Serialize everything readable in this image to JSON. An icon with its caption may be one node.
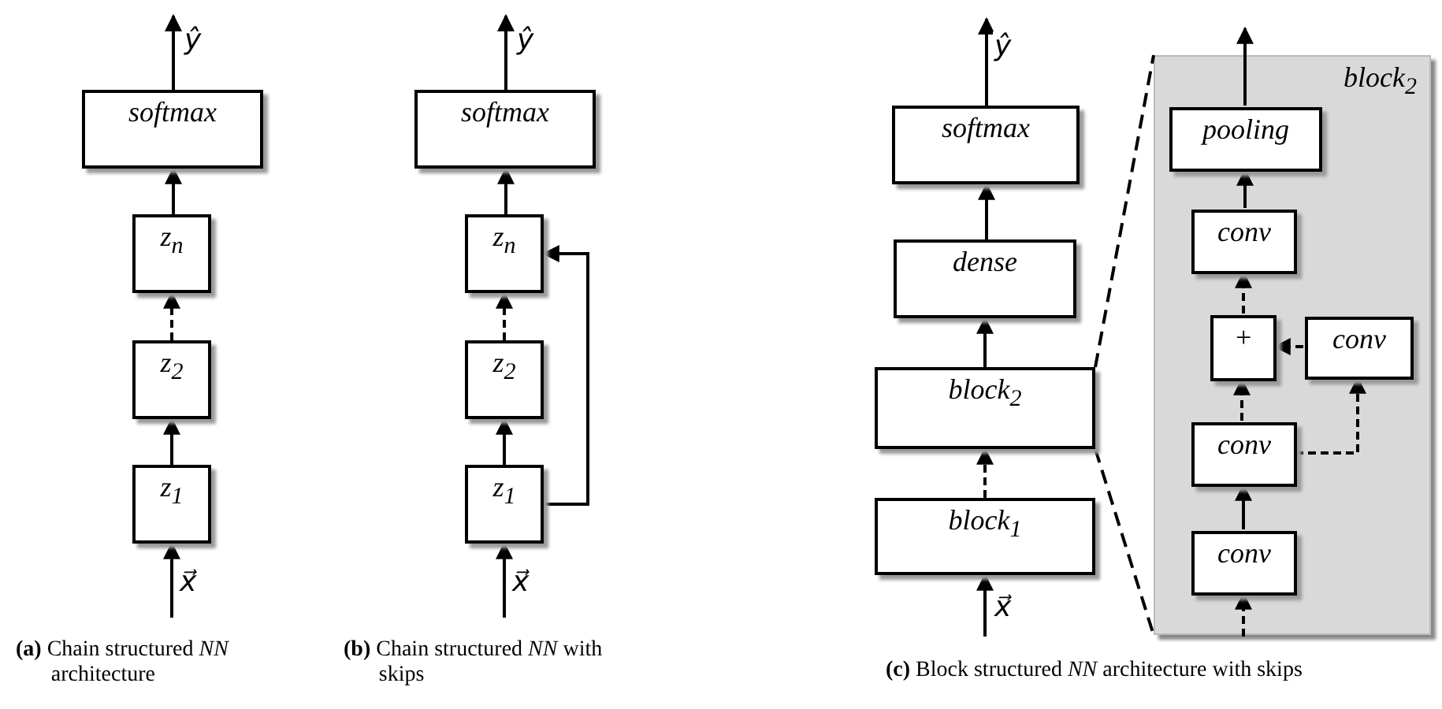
{
  "diagram": {
    "nodes": [
      {
        "text": [
          "softmax"
        ]
      },
      {
        "text": [
          "z$_{n}$"
        ]
      },
      {
        "text": [
          "z$_{2}$"
        ]
      },
      {
        "text": [
          "z$_{1}$"
        ]
      },
      {
        "text": [
          "softmax"
        ]
      },
      {
        "text": [
          "z$_{n}$"
        ]
      },
      {
        "text": [
          "z$_{2}$"
        ]
      },
      {
        "text": [
          "z$_{1}$"
        ]
      },
      {
        "text": [
          "softmax"
        ]
      },
      {
        "text": [
          "dense"
        ]
      },
      {
        "text": [
          "block$_{2}$"
        ]
      },
      {
        "text": [
          "block$_{1}$"
        ]
      },
      {
        "text": [
          "block$_{2}$"
        ]
      },
      {
        "text": [
          "pooling"
        ],
        "in": 12
      },
      {
        "text": [
          "conv"
        ],
        "in": 12
      },
      {
        "text": [
          "+"
        ],
        "in": 12
      },
      {
        "text": [
          "conv"
        ],
        "in": 12
      },
      {
        "text": [
          "conv"
        ],
        "in": 12
      },
      {
        "text": [
          "conv"
        ],
        "in": 12
      }
    ],
    "edges": [
      {
        "from": null,
        "to": 3,
        "arrow": "to",
        "label": "x⃗"
      },
      {
        "from": 3,
        "to": 2,
        "arrow": "to"
      },
      {
        "from": 2,
        "to": 1,
        "arrow": "to",
        "style": "dashed"
      },
      {
        "from": 1,
        "to": 0,
        "arrow": "to"
      },
      {
        "from": 0,
        "to": null,
        "arrow": "to",
        "label": "ŷ"
      },
      {
        "from": null,
        "to": 7,
        "arrow": "to",
        "label": "x⃗"
      },
      {
        "from": 7,
        "to": 6,
        "arrow": "to"
      },
      {
        "from": 6,
        "to": 5,
        "arrow": "to",
        "style": "dashed"
      },
      {
        "from": 5,
        "to": 4,
        "arrow": "to"
      },
      {
        "from": 4,
        "to": null,
        "arrow": "to",
        "label": "ŷ"
      },
      {
        "from": 7,
        "to": 5,
        "arrow": "to"
      },
      {
        "from": null,
        "to": 11,
        "arrow": "to",
        "label": "x⃗"
      },
      {
        "from": 11,
        "to": 10,
        "arrow": "to",
        "style": "dashed"
      },
      {
        "from": 10,
        "to": 9,
        "arrow": "to"
      },
      {
        "from": 9,
        "to": 8,
        "arrow": "to"
      },
      {
        "from": 8,
        "to": null,
        "arrow": "to",
        "label": "ŷ"
      },
      {
        "from": 10,
        "to": 12,
        "arrow": "none",
        "style": "dashed"
      },
      {
        "from": 10,
        "to": 12,
        "arrow": "none",
        "style": "dashed"
      },
      {
        "from": null,
        "to": 18,
        "arrow": "to",
        "style": "dashed"
      },
      {
        "from": 18,
        "to": 17,
        "arrow": "to"
      },
      {
        "from": 17,
        "to": 15,
        "arrow": "to",
        "style": "dashed"
      },
      {
        "from": 17,
        "to": 16,
        "arrow": "to",
        "style": "dashed"
      },
      {
        "from": 16,
        "to": 15,
        "arrow": "to",
        "style": "dashed"
      },
      {
        "from": 15,
        "to": 14,
        "arrow": "to",
        "style": "dashed"
      },
      {
        "from": 14,
        "to": 13,
        "arrow": "to"
      },
      {
        "from": 13,
        "to": null,
        "arrow": "to"
      }
    ],
    "labels": [
      "**(a)** Chain structured *NN* architecture",
      "**(b)** Chain structured *NN* with skips",
      "**(c)** Block structured *NN* architecture with skips"
    ]
  }
}
